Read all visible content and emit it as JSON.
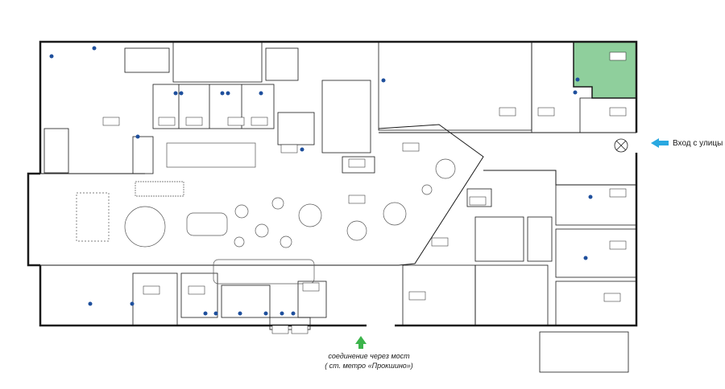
{
  "entrance": {
    "label": "Вход с улицы",
    "arrow_color": "#29a8e0"
  },
  "bridge": {
    "line1": "соединение через мост",
    "line2": "( ст. метро «Прокшино»)",
    "arrow_color": "#3cb44b"
  },
  "highlight_color": "#8fcf9c",
  "wall_color": "#1a1a1a",
  "marker_color": "#1e4f9c"
}
